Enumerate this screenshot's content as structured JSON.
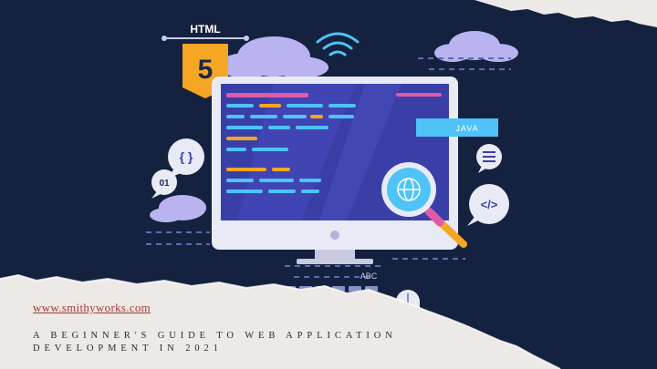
{
  "badge": {
    "label": "HTML",
    "number": "5"
  },
  "java_label": "JAVA",
  "bubbles": {
    "braces": "{ }",
    "binary": "01",
    "tag": "</>"
  },
  "keyboard_label": "ABC",
  "footer": {
    "link_text": "www.smithyworks.com",
    "title_line1": "A BEGINNER'S GUIDE TO WEB APPLICATION",
    "title_line2": "DEVELOPMENT IN 2021"
  },
  "colors": {
    "background": "#14213f",
    "screen": "#3a3fa8",
    "paper": "#ece9e6",
    "orange": "#f5a623",
    "cyan": "#4fc3f7",
    "pink": "#e05aa8",
    "link": "#a23b36"
  }
}
